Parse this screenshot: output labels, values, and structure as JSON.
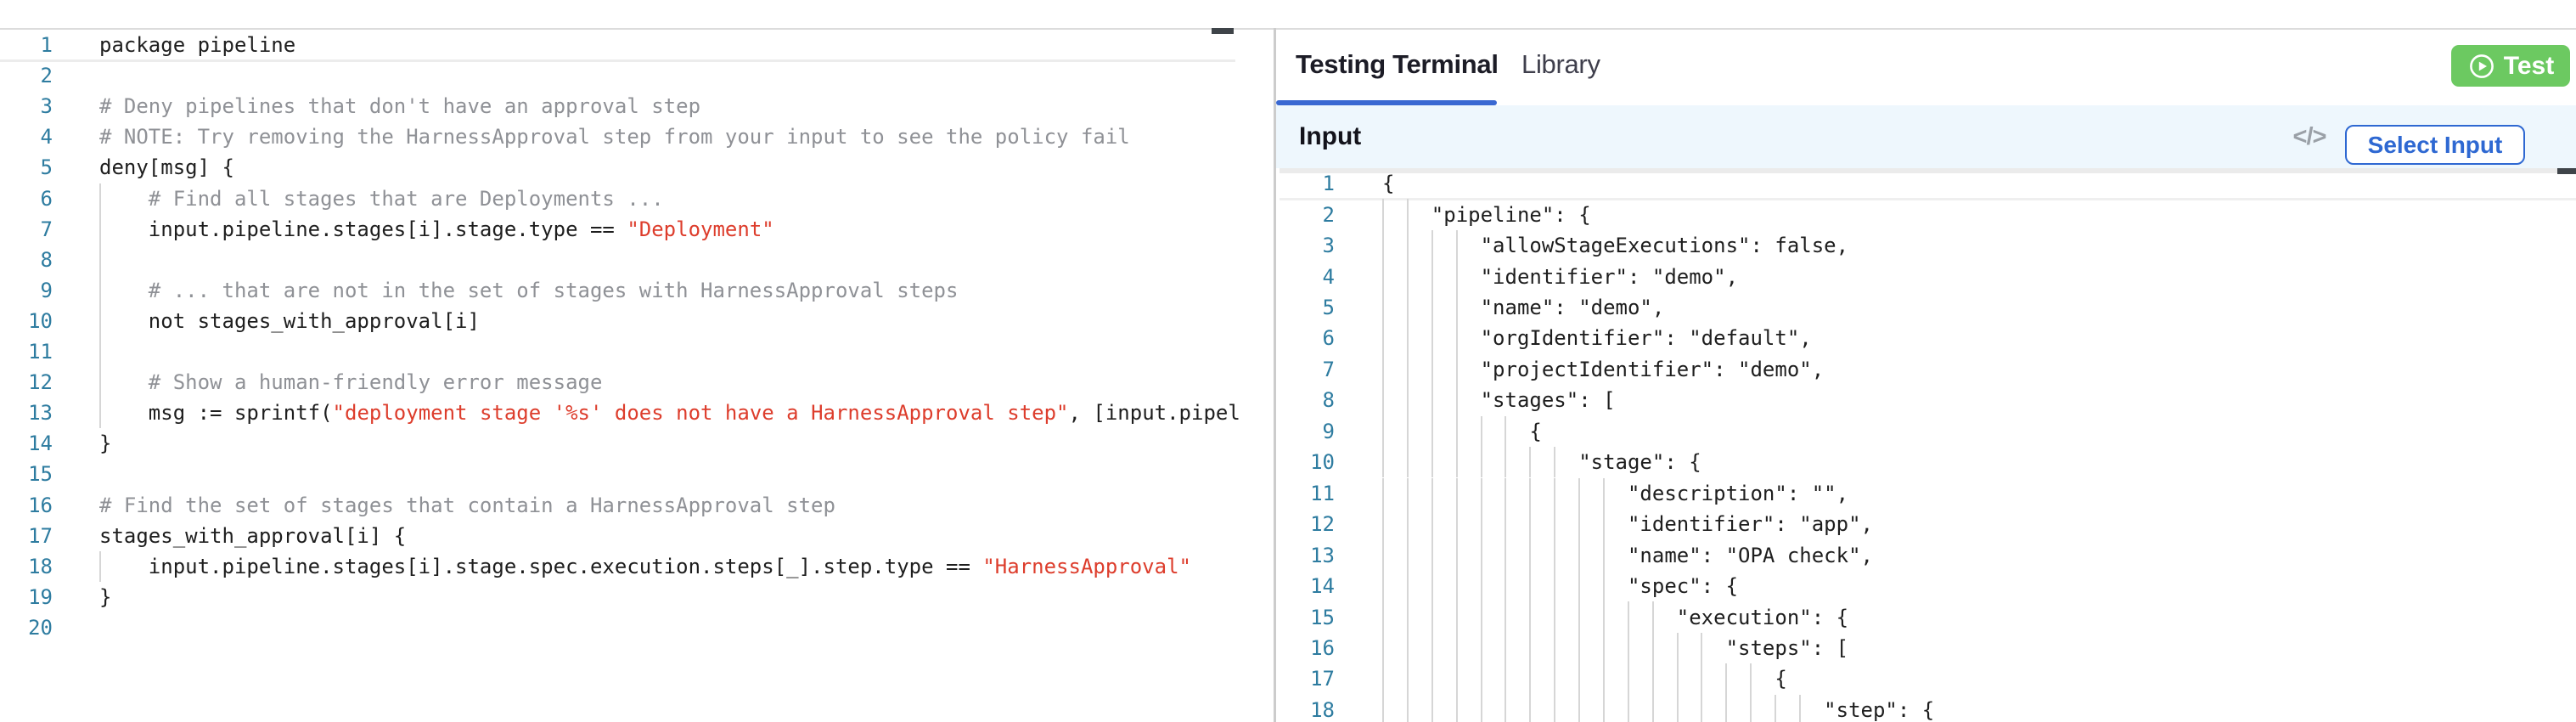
{
  "colors": {
    "accent_blue": "#2e68d2",
    "tab_underline": "#3968d2",
    "test_green": "#6cc961",
    "string_red": "#dd3d2c",
    "comment_gray": "#8f9196",
    "code_black": "#1e1e1e",
    "line_number_teal": "#2e7ca0",
    "input_bar_bg": "#eef7fd",
    "border_gray": "#dcdcdc",
    "light_border": "#ececec",
    "indent_guide": "#d6d6d6",
    "overview_dash": "#3f4449",
    "icon_gray": "#9aa0a7",
    "tab_active_text": "#1c1c26",
    "tab_inactive_text": "#3f3f4c"
  },
  "left_editor": {
    "language": "rego",
    "lines": [
      {
        "n": 1,
        "guide": false,
        "segments": [
          {
            "c": "code",
            "t": "package pipeline"
          }
        ]
      },
      {
        "n": 2,
        "guide": false,
        "segments": []
      },
      {
        "n": 3,
        "guide": false,
        "segments": [
          {
            "c": "comment",
            "t": "# Deny pipelines that don't have an approval step"
          }
        ]
      },
      {
        "n": 4,
        "guide": false,
        "segments": [
          {
            "c": "comment",
            "t": "# NOTE: Try removing the HarnessApproval step from your input to see the policy fail"
          }
        ]
      },
      {
        "n": 5,
        "guide": false,
        "segments": [
          {
            "c": "code",
            "t": "deny[msg] {"
          }
        ]
      },
      {
        "n": 6,
        "guide": true,
        "segments": [
          {
            "c": "comment",
            "t": "    # Find all stages that are Deployments ..."
          }
        ]
      },
      {
        "n": 7,
        "guide": true,
        "segments": [
          {
            "c": "code",
            "t": "    input.pipeline.stages[i].stage.type == "
          },
          {
            "c": "string",
            "t": "\"Deployment\""
          }
        ]
      },
      {
        "n": 8,
        "guide": true,
        "segments": []
      },
      {
        "n": 9,
        "guide": true,
        "segments": [
          {
            "c": "comment",
            "t": "    # ... that are not in the set of stages with HarnessApproval steps"
          }
        ]
      },
      {
        "n": 10,
        "guide": true,
        "segments": [
          {
            "c": "code",
            "t": "    not stages_with_approval[i]"
          }
        ]
      },
      {
        "n": 11,
        "guide": true,
        "segments": []
      },
      {
        "n": 12,
        "guide": true,
        "segments": [
          {
            "c": "comment",
            "t": "    # Show a human-friendly error message"
          }
        ]
      },
      {
        "n": 13,
        "guide": true,
        "segments": [
          {
            "c": "code",
            "t": "    msg := sprintf("
          },
          {
            "c": "string",
            "t": "\"deployment stage '%s' does not have a HarnessApproval step\""
          },
          {
            "c": "code",
            "t": ", [input.pipel"
          }
        ]
      },
      {
        "n": 14,
        "guide": false,
        "segments": [
          {
            "c": "code",
            "t": "}"
          }
        ]
      },
      {
        "n": 15,
        "guide": false,
        "segments": []
      },
      {
        "n": 16,
        "guide": false,
        "segments": [
          {
            "c": "comment",
            "t": "# Find the set of stages that contain a HarnessApproval step"
          }
        ]
      },
      {
        "n": 17,
        "guide": false,
        "segments": [
          {
            "c": "code",
            "t": "stages_with_approval[i] {"
          }
        ]
      },
      {
        "n": 18,
        "guide": true,
        "segments": [
          {
            "c": "code",
            "t": "    input.pipeline.stages[i].stage.spec.execution.steps[_].step.type == "
          },
          {
            "c": "string",
            "t": "\"HarnessApproval\""
          }
        ]
      },
      {
        "n": 19,
        "guide": false,
        "segments": [
          {
            "c": "code",
            "t": "}"
          }
        ]
      },
      {
        "n": 20,
        "guide": false,
        "segments": []
      }
    ]
  },
  "right_panel": {
    "tabs": [
      {
        "label": "Testing Terminal",
        "active": true
      },
      {
        "label": "Library",
        "active": false
      }
    ],
    "test_button": {
      "label": "Test",
      "icon": "play-icon"
    },
    "input_bar": {
      "title": "Input",
      "code_icon": "</>",
      "select_button": {
        "label": "Select Input"
      }
    },
    "input_editor": {
      "language": "json",
      "lines": [
        {
          "n": 1,
          "indent": 0,
          "text": "{"
        },
        {
          "n": 2,
          "indent": 4,
          "text": "\"pipeline\": {"
        },
        {
          "n": 3,
          "indent": 8,
          "text": "\"allowStageExecutions\": false,"
        },
        {
          "n": 4,
          "indent": 8,
          "text": "\"identifier\": \"demo\","
        },
        {
          "n": 5,
          "indent": 8,
          "text": "\"name\": \"demo\","
        },
        {
          "n": 6,
          "indent": 8,
          "text": "\"orgIdentifier\": \"default\","
        },
        {
          "n": 7,
          "indent": 8,
          "text": "\"projectIdentifier\": \"demo\","
        },
        {
          "n": 8,
          "indent": 8,
          "text": "\"stages\": ["
        },
        {
          "n": 9,
          "indent": 12,
          "text": "{"
        },
        {
          "n": 10,
          "indent": 16,
          "text": "\"stage\": {"
        },
        {
          "n": 11,
          "indent": 20,
          "text": "\"description\": \"\","
        },
        {
          "n": 12,
          "indent": 20,
          "text": "\"identifier\": \"app\","
        },
        {
          "n": 13,
          "indent": 20,
          "text": "\"name\": \"OPA check\","
        },
        {
          "n": 14,
          "indent": 20,
          "text": "\"spec\": {"
        },
        {
          "n": 15,
          "indent": 24,
          "text": "\"execution\": {"
        },
        {
          "n": 16,
          "indent": 28,
          "text": "\"steps\": ["
        },
        {
          "n": 17,
          "indent": 32,
          "text": "{"
        },
        {
          "n": 18,
          "indent": 36,
          "text": "\"step\": {"
        }
      ]
    }
  }
}
